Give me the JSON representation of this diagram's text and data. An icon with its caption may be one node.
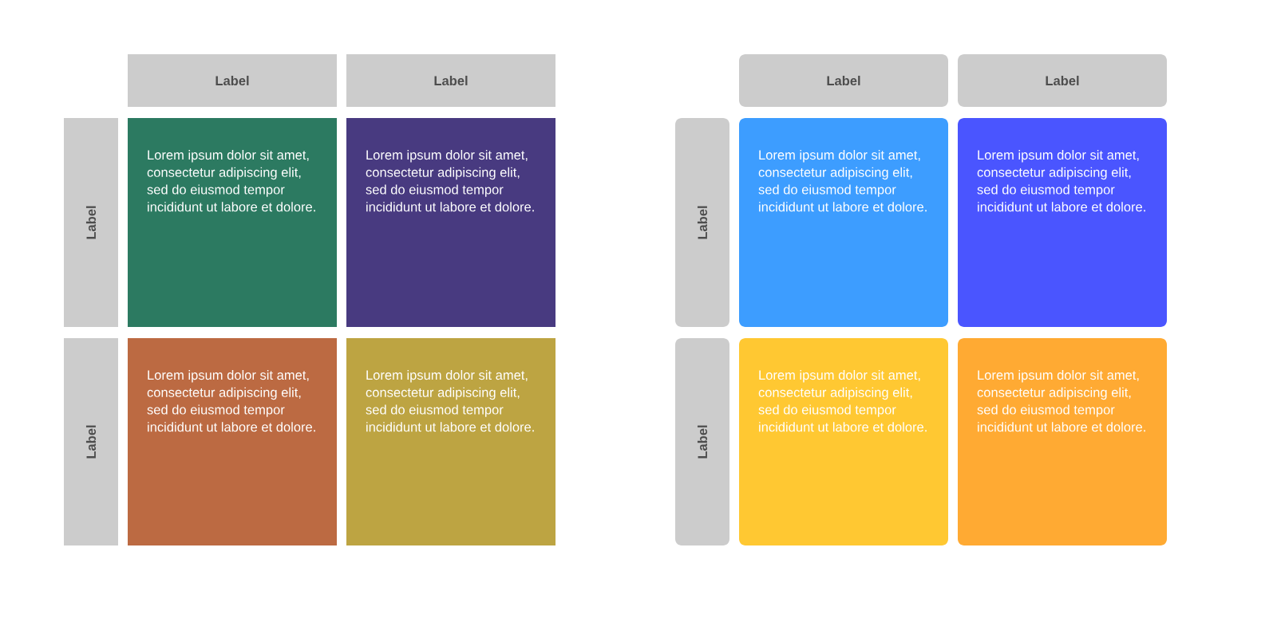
{
  "diagram": {
    "nodes": [
      {
        "text": [
          "Label"
        ]
      },
      {
        "text": [
          "Label"
        ]
      },
      {
        "text": [
          "Label"
        ]
      },
      {
        "text": [
          "Lorem ipsum dolor sit amet, consectetur adipiscing elit, sed do eiusmod tempor incididunt ut labore et dolore."
        ]
      },
      {
        "text": [
          "Lorem ipsum dolor sit amet, consectetur adipiscing elit, sed do eiusmod tempor incididunt ut labore et dolore."
        ]
      },
      {
        "text": [
          "Label"
        ]
      },
      {
        "text": [
          "Lorem ipsum dolor sit amet, consectetur adipiscing elit, sed do eiusmod tempor incididunt ut labore et dolore."
        ]
      },
      {
        "text": [
          "Lorem ipsum dolor sit amet, consectetur adipiscing elit, sed do eiusmod tempor incididunt ut labore et dolore."
        ]
      },
      {
        "text": [
          "Label"
        ]
      },
      {
        "text": [
          "Label"
        ]
      },
      {
        "text": [
          "Label"
        ]
      },
      {
        "text": [
          "Lorem ipsum dolor sit amet, consectetur adipiscing elit, sed do eiusmod tempor incididunt ut labore et dolore."
        ]
      },
      {
        "text": [
          "Lorem ipsum dolor sit amet, consectetur adipiscing elit, sed do eiusmod tempor incididunt ut labore et dolore."
        ]
      },
      {
        "text": [
          "Label"
        ]
      },
      {
        "text": [
          "Lorem ipsum dolor sit amet, consectetur adipiscing elit, sed do eiusmod tempor incididunt ut labore et dolore."
        ]
      },
      {
        "text": [
          "Lorem ipsum dolor sit amet, consectetur adipiscing elit, sed do eiusmod tempor incididunt ut labore et dolore."
        ]
      }
    ]
  }
}
